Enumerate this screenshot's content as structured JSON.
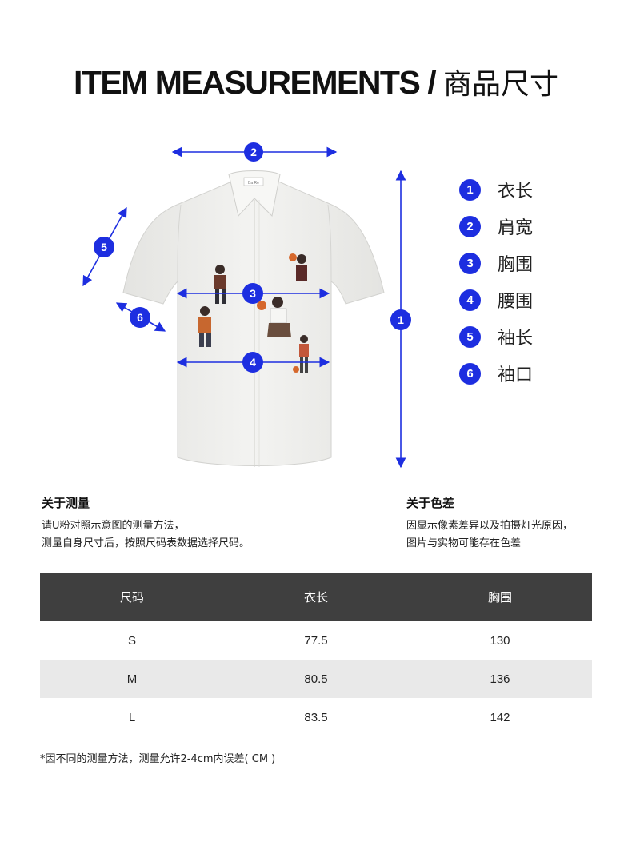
{
  "header": {
    "title_en": "ITEM MEASUREMENTS / ",
    "title_cn": "商品尺寸"
  },
  "diagram": {
    "markers": [
      "1",
      "2",
      "3",
      "4",
      "5",
      "6"
    ],
    "tag_text": "Ba Re"
  },
  "legend": [
    {
      "num": "1",
      "label": "衣长"
    },
    {
      "num": "2",
      "label": "肩宽"
    },
    {
      "num": "3",
      "label": "胸围"
    },
    {
      "num": "4",
      "label": "腰围"
    },
    {
      "num": "5",
      "label": "袖长"
    },
    {
      "num": "6",
      "label": "袖口"
    }
  ],
  "about_measure": {
    "title": "关于测量",
    "line1": "请U粉对照示意图的测量方法，",
    "line2": "测量自身尺寸后，按照尺码表数据选择尺码。"
  },
  "about_color": {
    "title": "关于色差",
    "line1": "因显示像素差异以及拍摄灯光原因，",
    "line2": "图片与实物可能存在色差"
  },
  "table": {
    "headers": [
      "尺码",
      "衣长",
      "胸围"
    ],
    "rows": [
      [
        "S",
        "77.5",
        "130"
      ],
      [
        "M",
        "80.5",
        "136"
      ],
      [
        "L",
        "83.5",
        "142"
      ]
    ]
  },
  "footnote": "*因不同的测量方法，测量允许2-4cm内误差( CM )",
  "colors": {
    "marker_blue": "#1d2ee0",
    "header_bg": "#3f3f3f",
    "alt_row_bg": "#e9e9e9",
    "shirt_white": "#f1f1ef"
  }
}
